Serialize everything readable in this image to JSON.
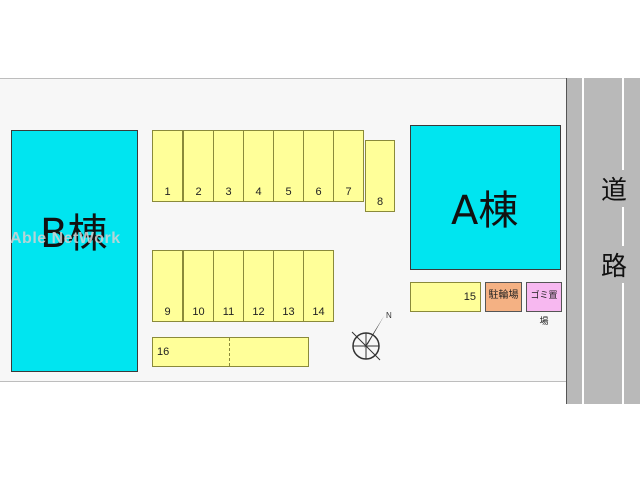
{
  "buildings": {
    "b": {
      "label": "B棟",
      "color": "#00e5f0"
    },
    "a": {
      "label": "A棟",
      "color": "#00e5f0"
    }
  },
  "parking": {
    "color": "#ffff99",
    "row1": [
      "1",
      "2",
      "3",
      "4",
      "5",
      "6",
      "7",
      "8"
    ],
    "row2": [
      "9",
      "10",
      "11",
      "12",
      "13",
      "14"
    ],
    "slot15": "15",
    "slot16": "16"
  },
  "facilities": {
    "bicycle": {
      "label": "駐輪場",
      "color": "#f4b183"
    },
    "garbage": {
      "label": "ゴミ置場",
      "color": "#f7b8f0"
    }
  },
  "road": {
    "chars": [
      "道",
      "路"
    ],
    "color": "#b9b9b9"
  },
  "compass": {
    "north_label": "N",
    "icon": "compass-icon"
  },
  "watermark": "Able NetWork"
}
